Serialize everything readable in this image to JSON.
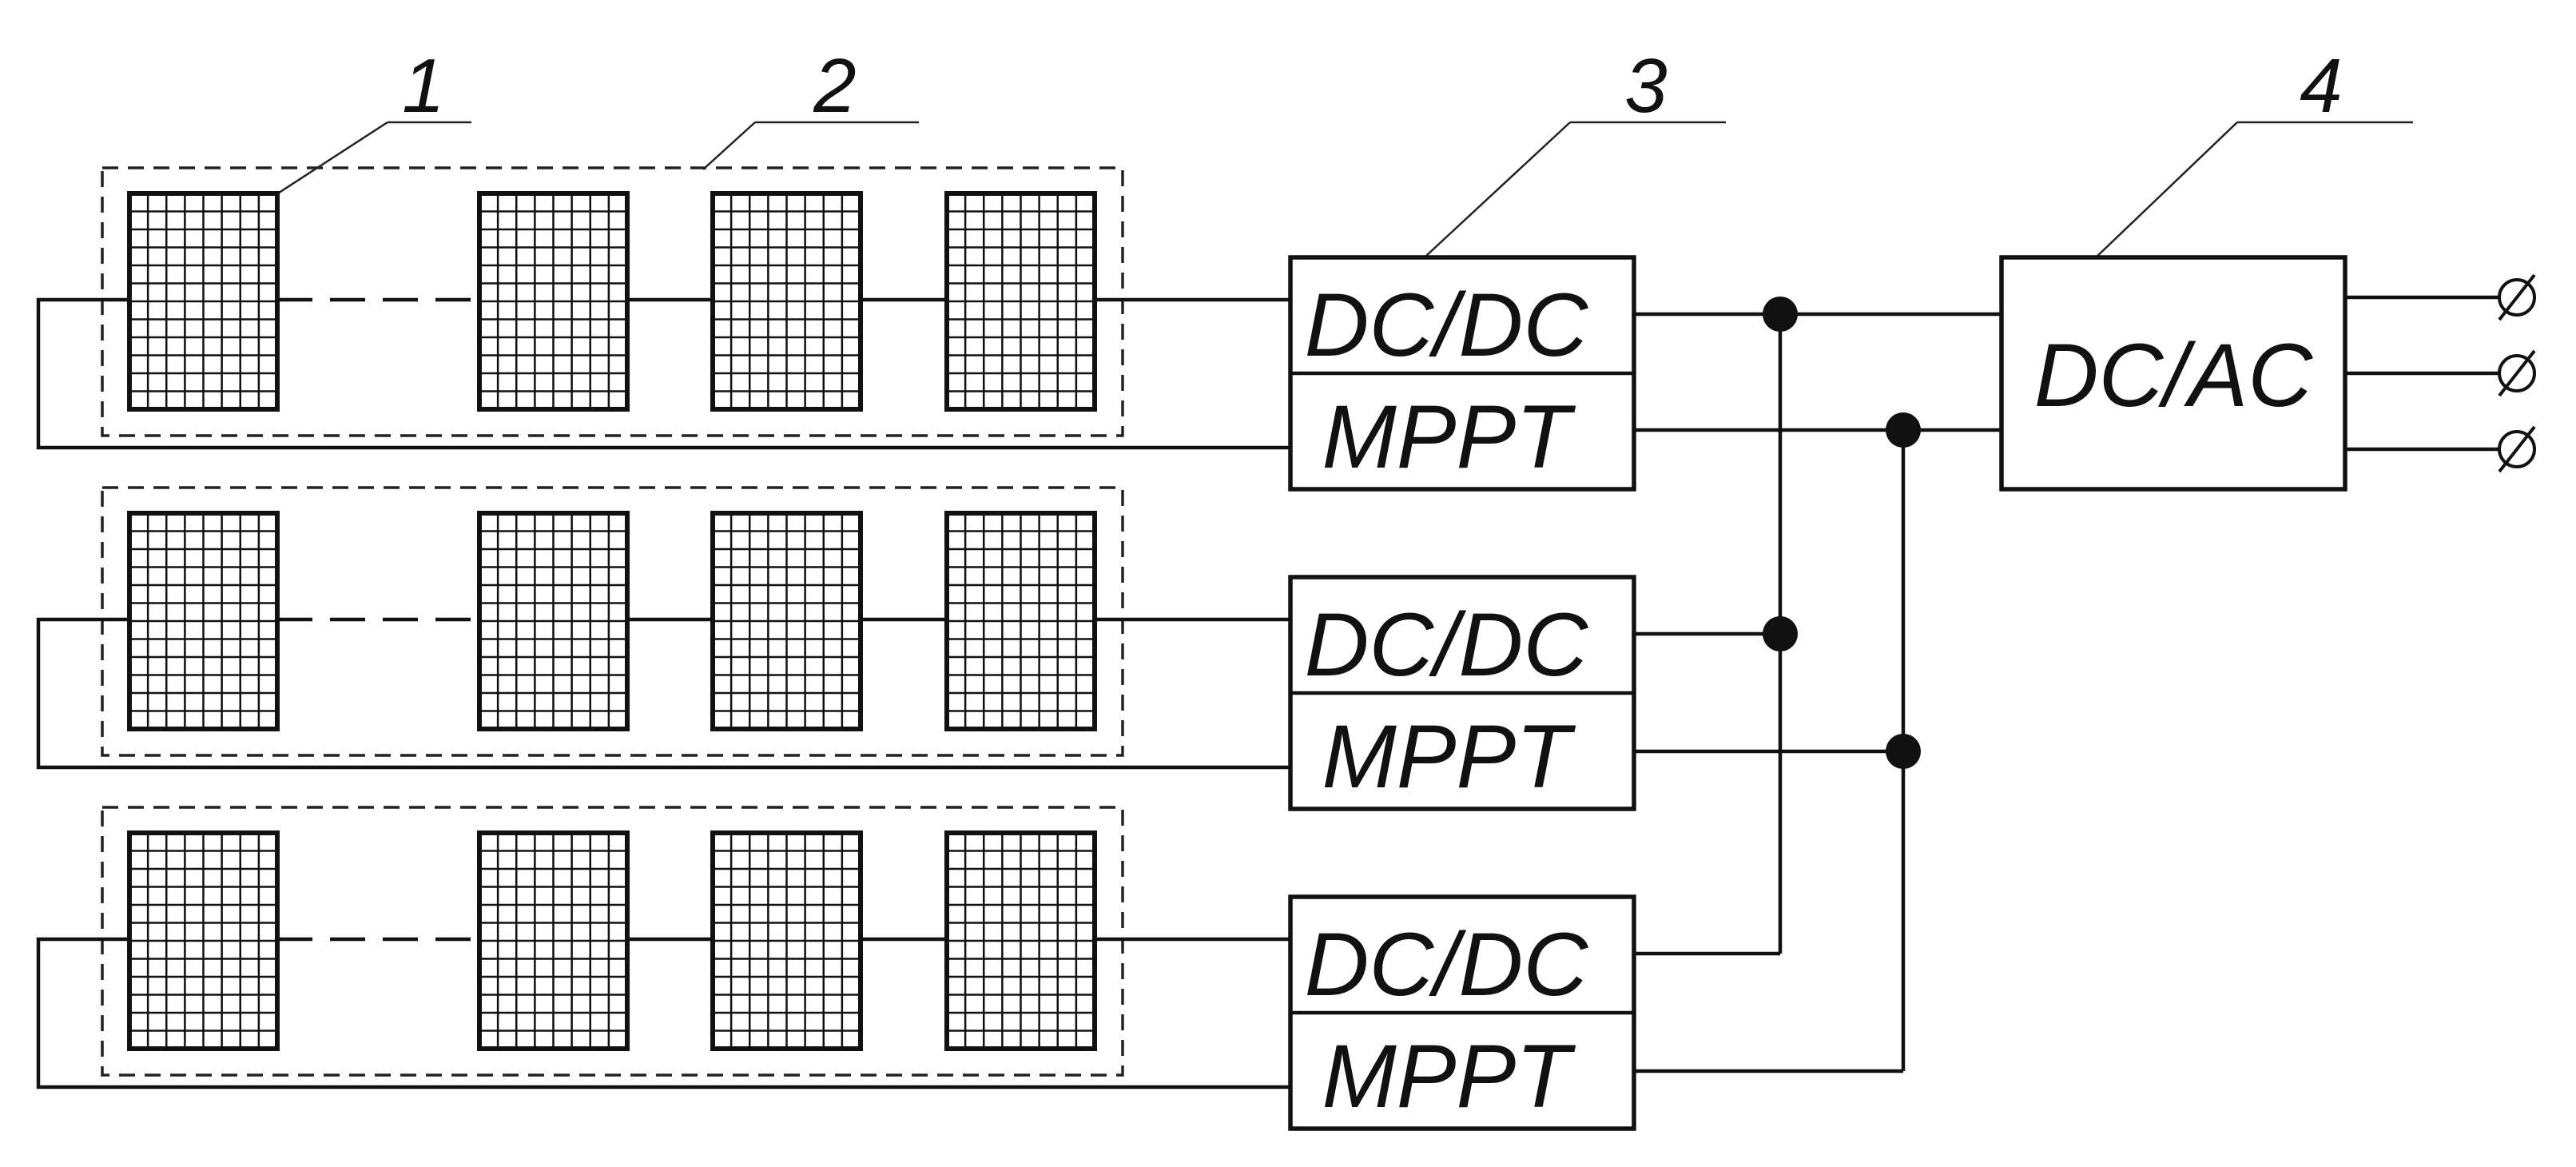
{
  "callouts": [
    {
      "id": "1",
      "text": "1"
    },
    {
      "id": "2",
      "text": "2"
    },
    {
      "id": "3",
      "text": "3"
    },
    {
      "id": "4",
      "text": "4"
    }
  ],
  "converters": [
    {
      "top_label": "DC/DC",
      "bottom_label": "MPPT"
    },
    {
      "top_label": "DC/DC",
      "bottom_label": "MPPT"
    },
    {
      "top_label": "DC/DC",
      "bottom_label": "MPPT"
    }
  ],
  "inverter": {
    "label": "DC/AC"
  },
  "strings": [
    {
      "panel_count": 4
    },
    {
      "panel_count": 4
    },
    {
      "panel_count": 4
    }
  ],
  "ac_terminals": 3
}
